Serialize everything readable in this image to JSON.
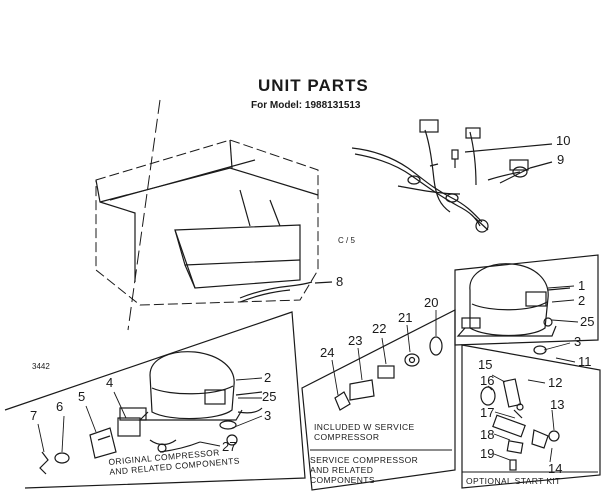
{
  "header": {
    "title": "UNIT PARTS",
    "model_line": "For Model: 1988131513"
  },
  "marks": {
    "cs": "C / 5",
    "diagram_code": "3442"
  },
  "callouts": {
    "c1": "1",
    "c2a": "2",
    "c2b": "2",
    "c3a": "3",
    "c3b": "3",
    "c4": "4",
    "c5": "5",
    "c6": "6",
    "c7": "7",
    "c8": "8",
    "c9": "9",
    "c10": "10",
    "c11": "11",
    "c12": "12",
    "c13": "13",
    "c14": "14",
    "c15": "15",
    "c16": "16",
    "c17": "17",
    "c18": "18",
    "c19": "19",
    "c20": "20",
    "c21": "21",
    "c22": "22",
    "c23": "23",
    "c24": "24",
    "c25a": "25",
    "c25b": "25",
    "c27": "27"
  },
  "captions": {
    "original_1": "ORIGINAL COMPRESSOR",
    "original_2": "AND RELATED COMPONENTS",
    "included_1": "INCLUDED W  SERVICE",
    "included_2": "COMPRESSOR",
    "service_1": "SERVICE COMPRESSOR",
    "service_2": "AND RELATED",
    "service_3": "COMPONENTS",
    "start_kit": "OPTIONAL START KIT"
  }
}
